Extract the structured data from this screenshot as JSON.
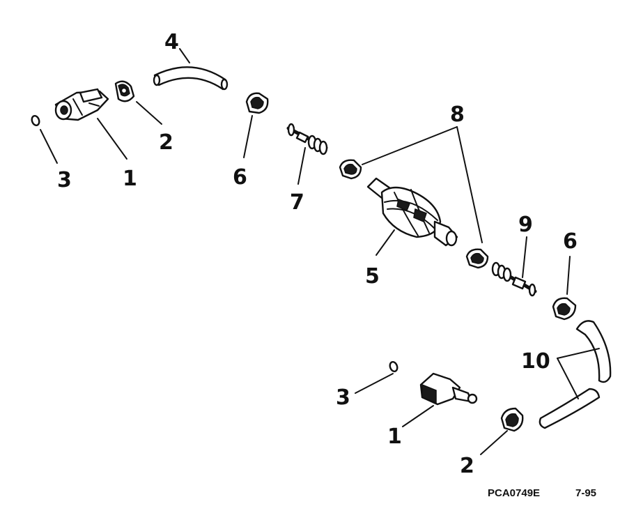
{
  "diagram": {
    "callouts": [
      "1",
      "2",
      "3",
      "4",
      "5",
      "6",
      "7",
      "8",
      "9",
      "10",
      "1",
      "2",
      "3",
      "6"
    ],
    "footer": {
      "code": "PCA0749E",
      "date": "7-95"
    }
  }
}
